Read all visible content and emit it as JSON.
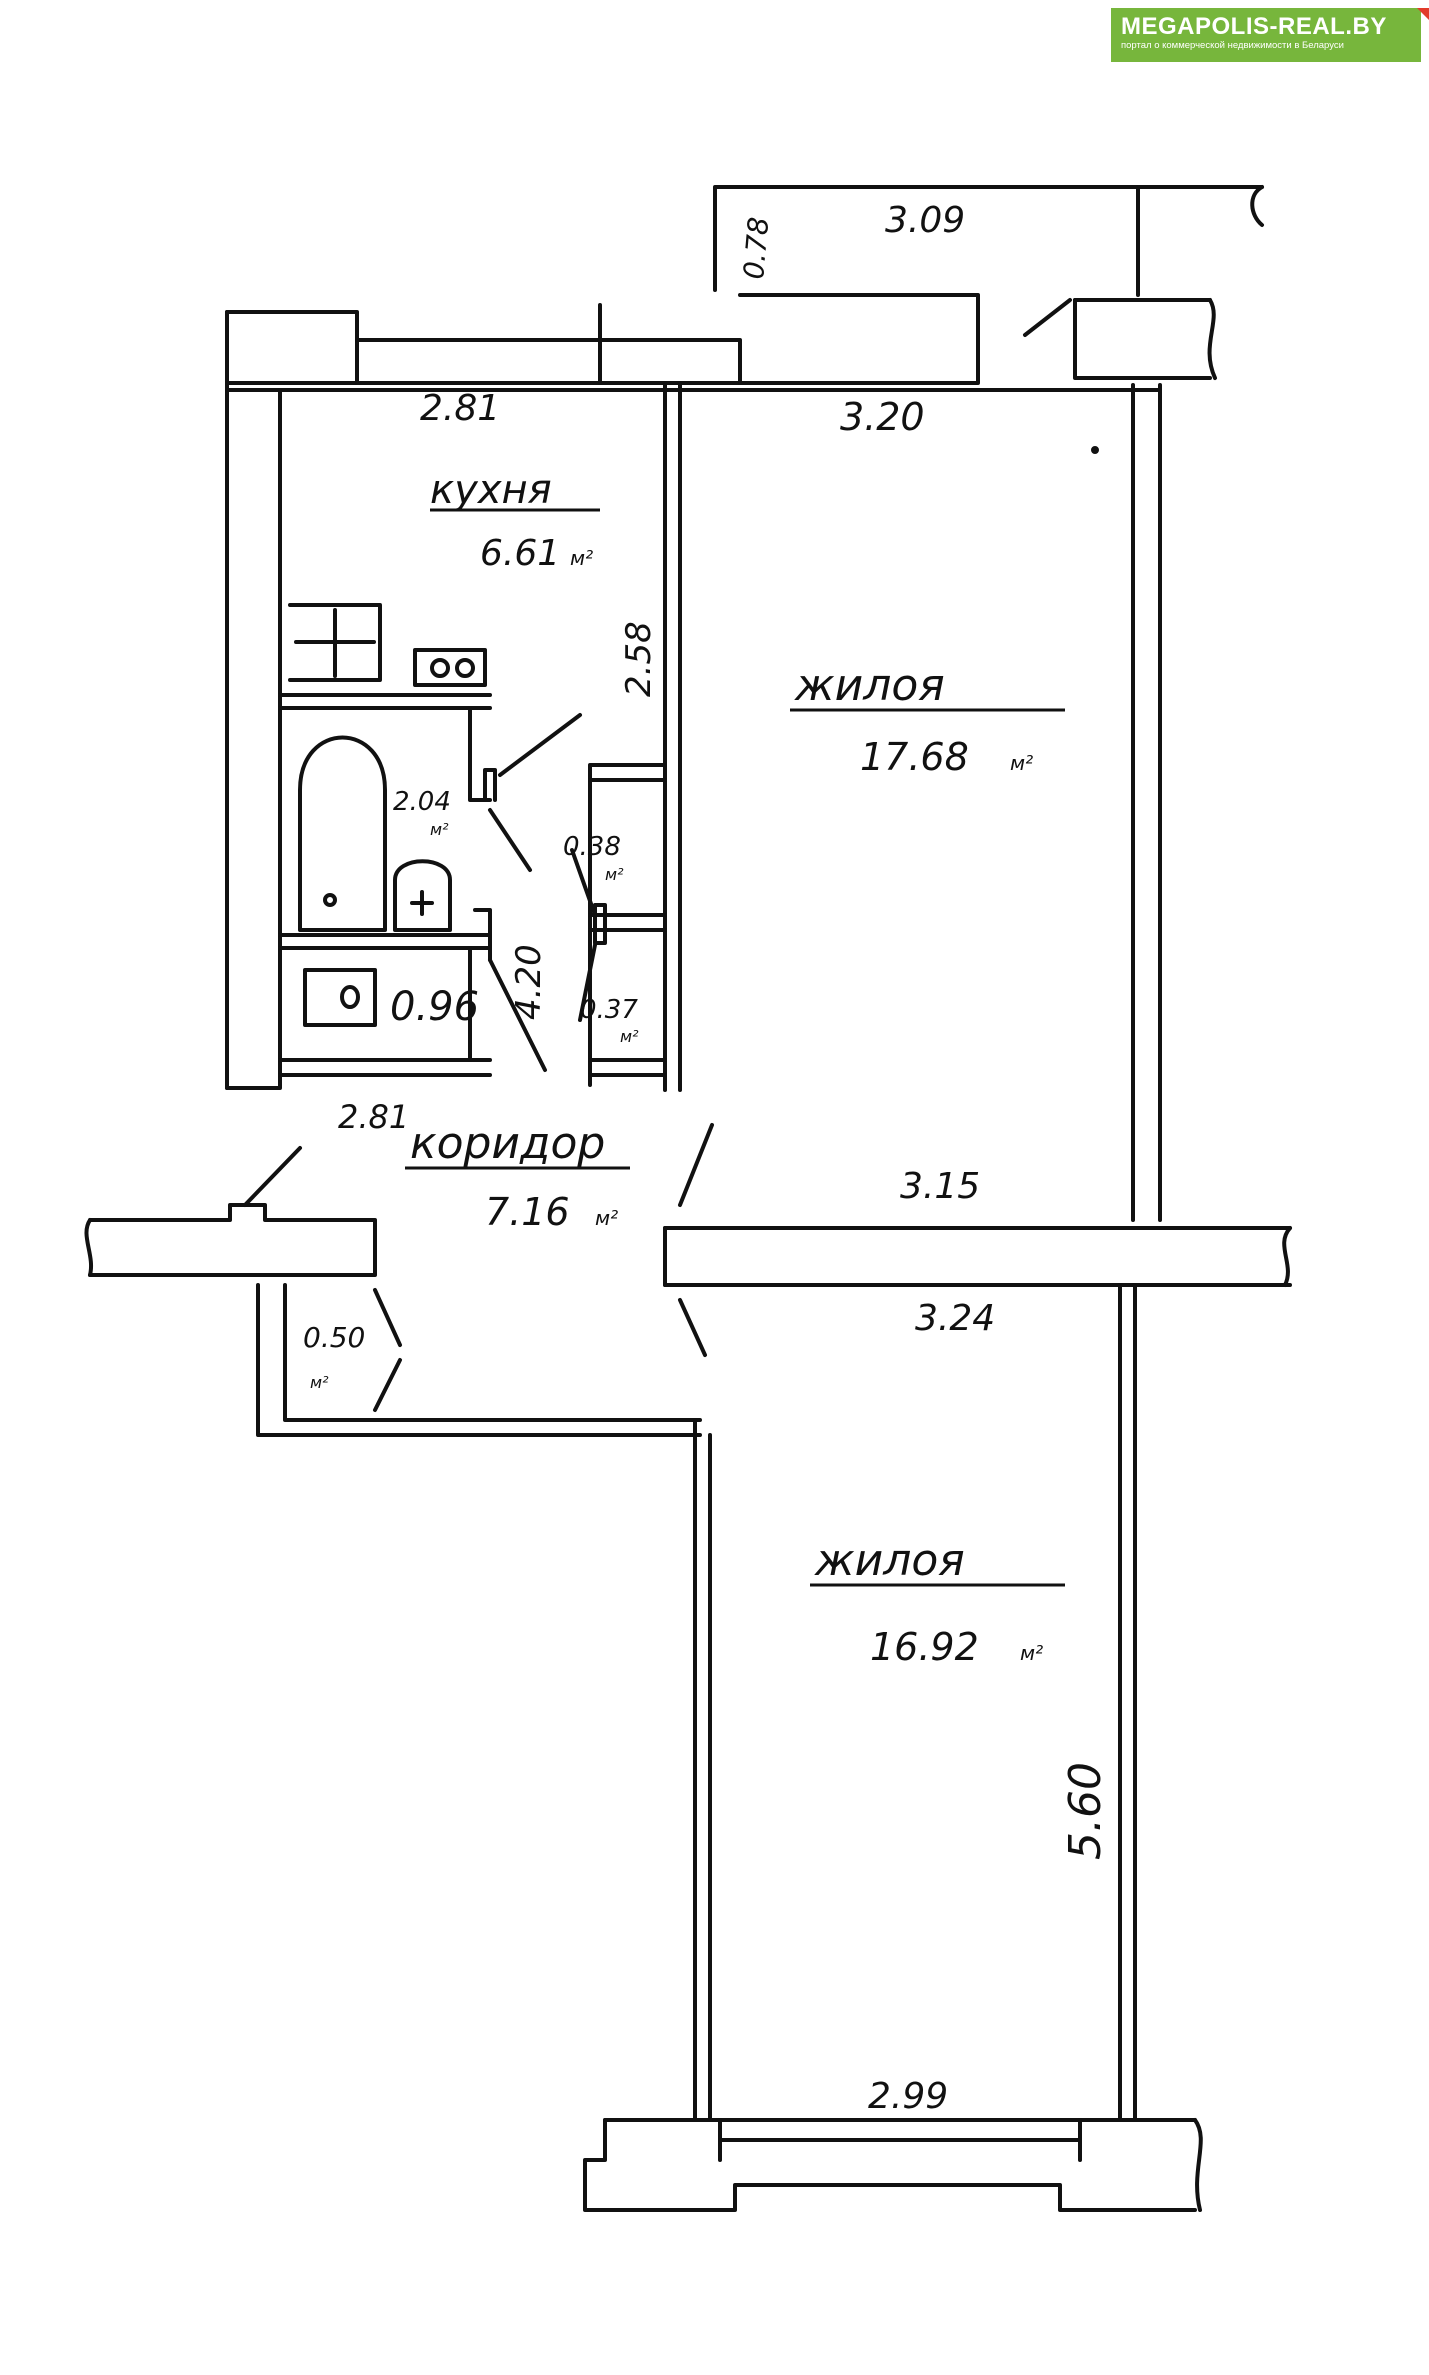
{
  "logo": {
    "name": "MEGAPOLIS-REAL.BY",
    "tagline": "портал о коммерческой недвижимости в Беларуси",
    "accent": "#77b63c",
    "flag_color": "#e23b2a"
  },
  "rooms": {
    "kitchen": {
      "label": "кухня",
      "area": "6.61",
      "unit": "м²"
    },
    "living1": {
      "label": "жилоя",
      "area": "17.68",
      "unit": "м²"
    },
    "living2": {
      "label": "жилоя",
      "area": "16.92",
      "unit": "м²"
    },
    "corridor": {
      "label": "коридор",
      "area": "7.16",
      "unit": "м²"
    },
    "bathroom": {
      "area": "2.04",
      "unit": "м²"
    },
    "closet1": {
      "area": "0.38",
      "unit": "м²"
    },
    "closet2": {
      "area": "0.37",
      "unit": "м²"
    },
    "toilet": {
      "area": "0.96"
    },
    "storage": {
      "area": "0.50",
      "unit": "м²"
    }
  },
  "dims": {
    "balcony_depth": "0.78",
    "balcony_width": "3.09",
    "kitchen_top": "2.81",
    "kitchen_side": "2.58",
    "living1_top": "3.20",
    "living1_bottom": "3.15",
    "living2_top": "3.24",
    "living2_side": "5.60",
    "living2_bottom": "2.99",
    "bath_bottom": "2.81",
    "bath_side": "4.20"
  }
}
